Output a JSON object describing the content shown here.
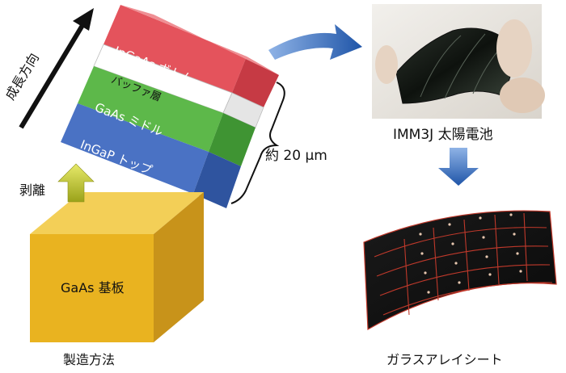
{
  "labels": {
    "growth_direction": "成長方向",
    "layer_bottom": "InGaAs ボトム",
    "layer_buffer": "バッファ層",
    "layer_middle": "GaAs ミドル",
    "layer_top": "InGaP トップ",
    "thickness": "約 20 μm",
    "peel": "剥離",
    "substrate": "GaAs 基板",
    "method": "製造方法",
    "cell_name": "IMM3J 太陽電池",
    "array_name": "ガラスアレイシート"
  },
  "colors": {
    "layer_bottom": "#e4535c",
    "layer_buffer": "#ffffff",
    "layer_middle": "#5db84a",
    "layer_top": "#4a72c4",
    "substrate": "#e9b320",
    "arrow_blue": "#2a63b8",
    "peel_arrow": "#c4c72a"
  }
}
